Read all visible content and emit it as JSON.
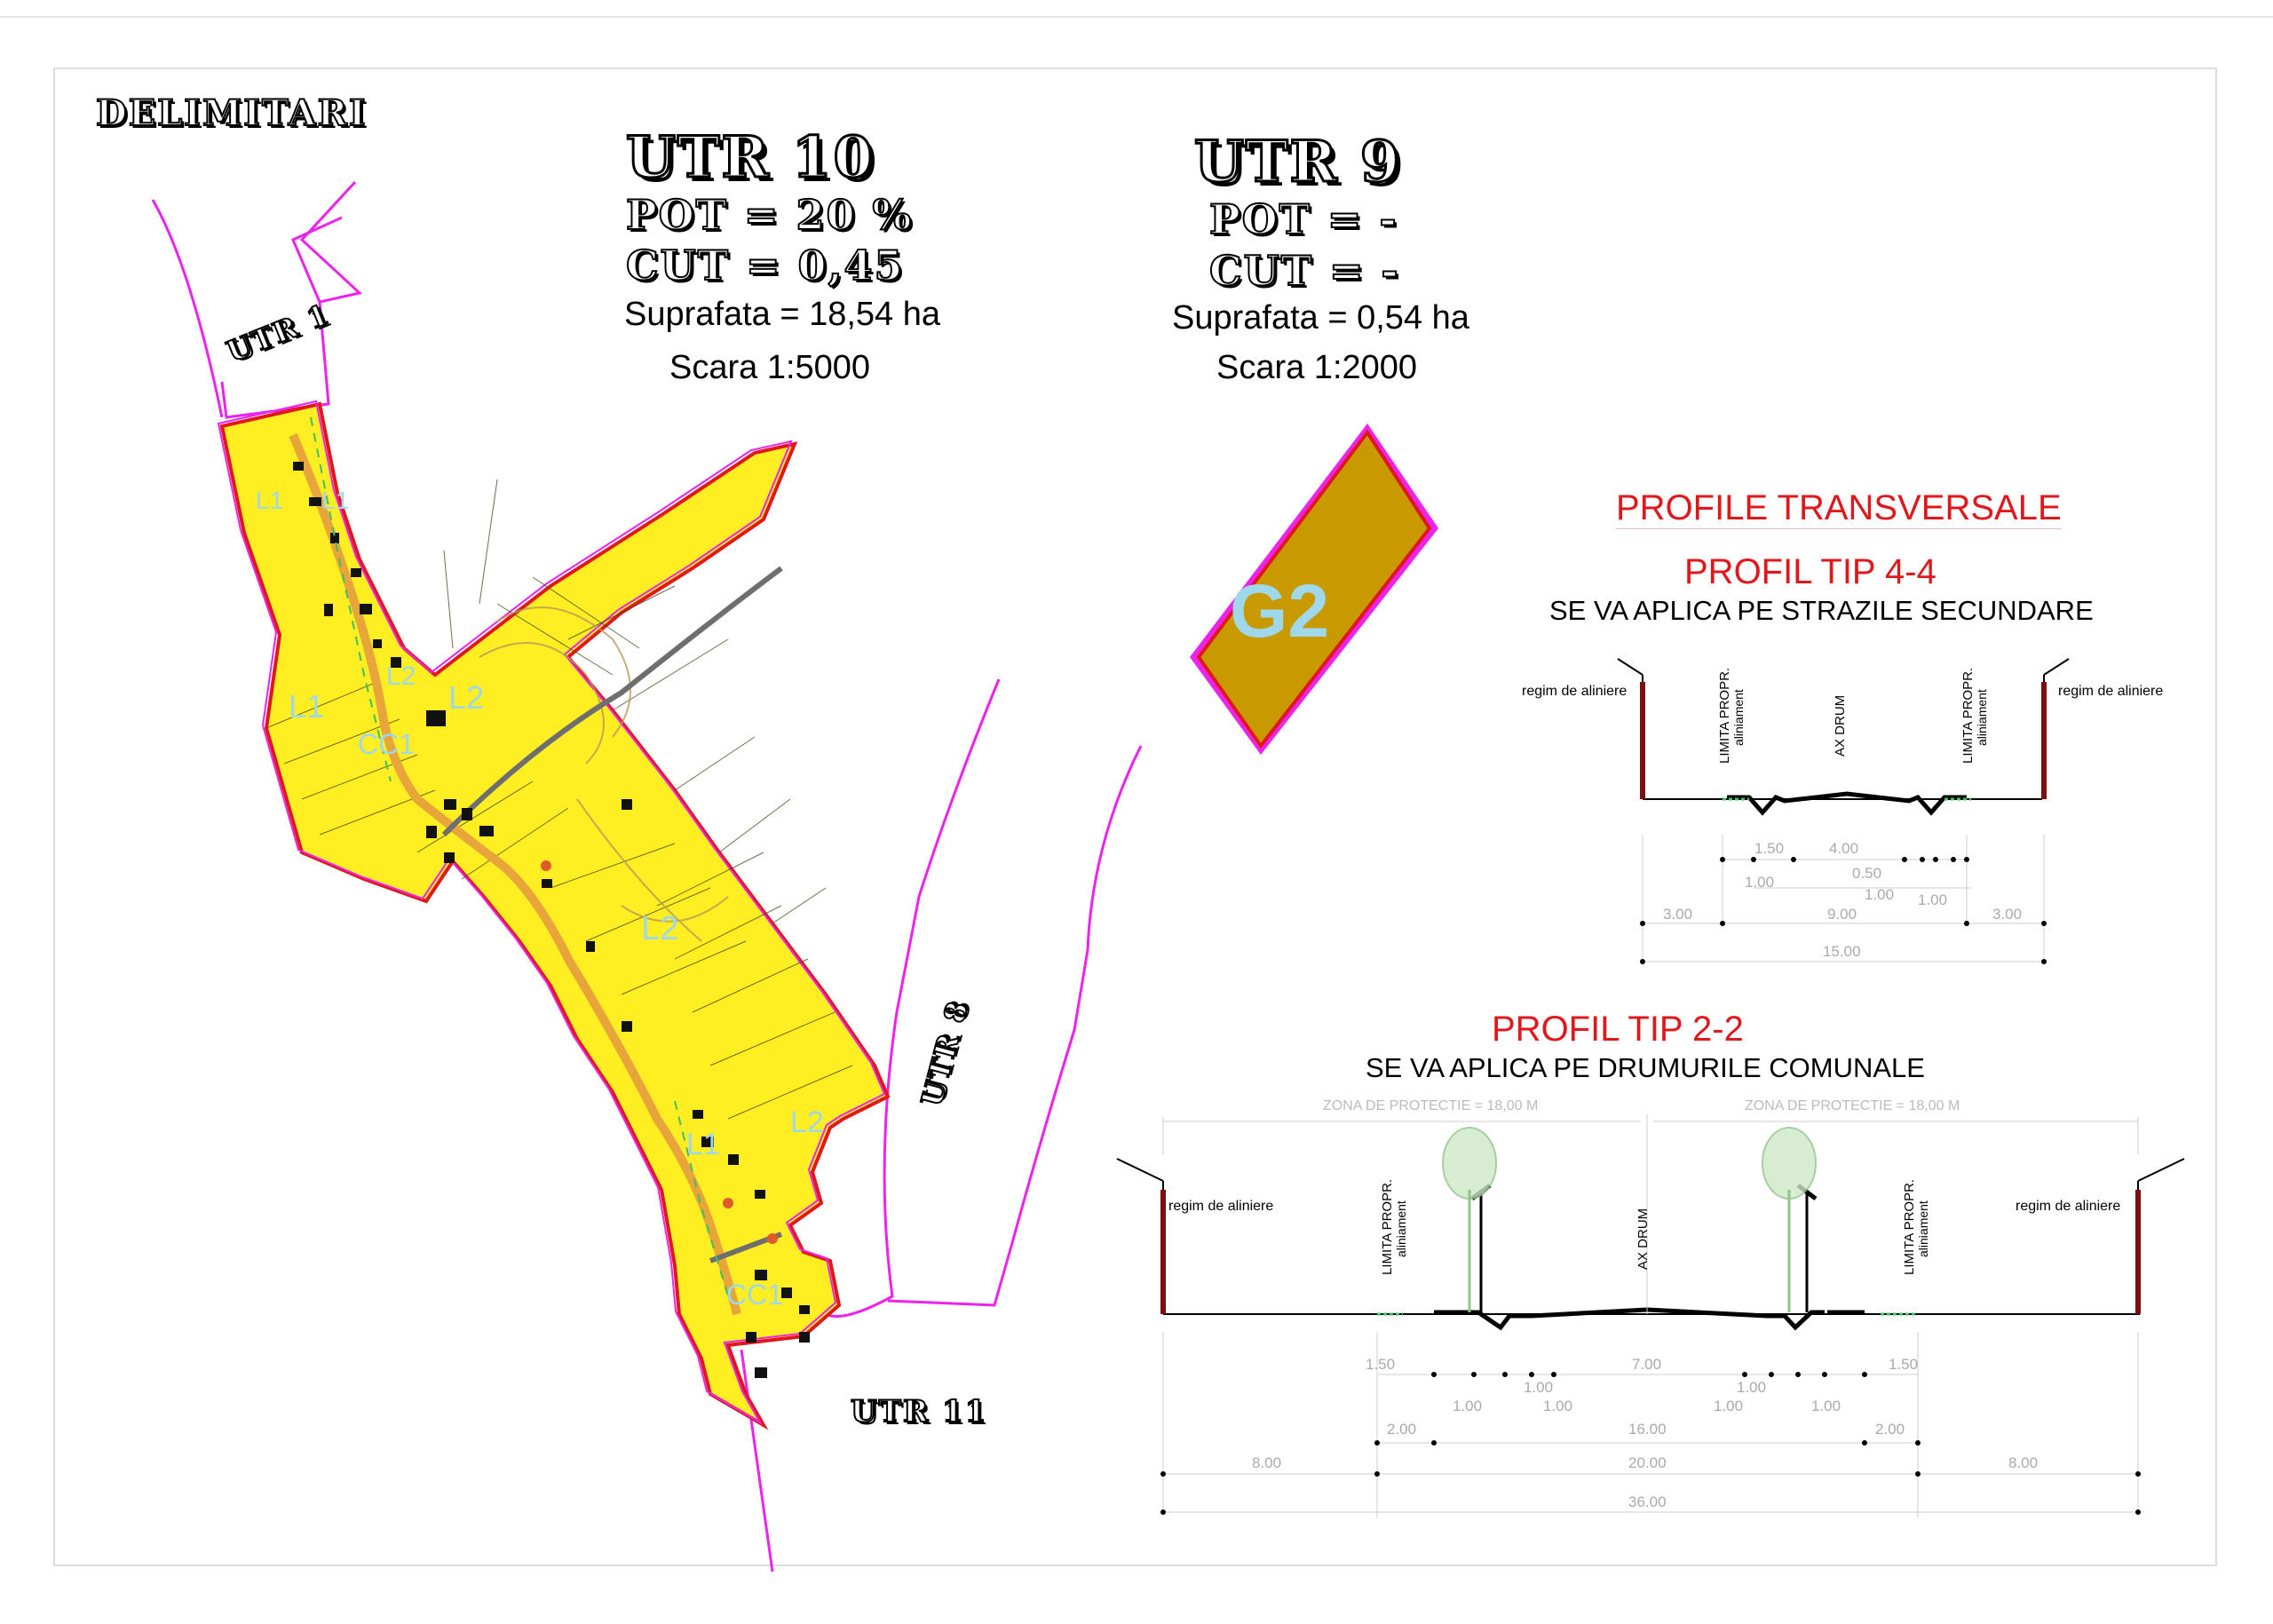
{
  "sheet": {
    "title": "DELIMITARI"
  },
  "utr10": {
    "name": "UTR 10",
    "pot": "POT = 20 %",
    "cut": "CUT = 0,45",
    "area": "Suprafata = 18,54 ha",
    "scale": "Scara 1:5000"
  },
  "utr9": {
    "name": "UTR 9",
    "pot": "POT = -",
    "cut": "CUT = -",
    "area": "Suprafata = 0,54 ha",
    "scale": "Scara 1:2000",
    "zone_code": "G2"
  },
  "map_labels": {
    "utr1": "UTR 1",
    "utr8": "UTR 8",
    "utr11": "UTR 11",
    "zones": [
      "L1",
      "L2",
      "L2",
      "L1",
      "L2",
      "L2",
      "CC1",
      "CC1",
      "L1",
      "L1"
    ]
  },
  "profiles": {
    "heading": "PROFILE TRANSVERSALE",
    "p44": {
      "title": "PROFIL TIP 4-4",
      "subtitle": "SE  VA  APLICA  PE  STRAZILE SECUNDARE",
      "left_label": "regim de aliniere",
      "right_label": "regim de aliniere",
      "limit_left": "LIMITA PROPR.",
      "limit_left_2": "aliniament",
      "axis": "AX DRUM",
      "limit_right": "LIMITA PROPR.",
      "limit_right_2": "aliniament",
      "dims": [
        "1.50",
        "4.00",
        "1.00",
        "0.50",
        "1.00",
        "1.00",
        "3.00",
        "9.00",
        "3.00",
        "15.00"
      ]
    },
    "p22": {
      "title": "PROFIL TIP 2-2",
      "subtitle": "SE  VA  APLICA  PE  DRUMURILE COMUNALE",
      "zone_left": "ZONA DE PROTECTIE = 18,00 M",
      "zone_right": "ZONA DE PROTECTIE = 18,00 M",
      "left_label": "regim de aliniere",
      "right_label": "regim de aliniere",
      "limit_left": "LIMITA PROPR.",
      "limit_left_2": "aliniament",
      "axis": "AX DRUM",
      "limit_right": "LIMITA PROPR.",
      "limit_right_2": "aliniament",
      "dims": [
        "1.50",
        "7.00",
        "1.50",
        "1.00",
        "1.00",
        "1.00",
        "1.00",
        "1.00",
        "1.00",
        "2.00",
        "16.00",
        "2.00",
        "8.00",
        "20.00",
        "8.00",
        "36.00"
      ]
    }
  },
  "colors": {
    "parcel_fill": "#ffee22",
    "boundary": "#ee22ee",
    "parcel_edge": "#e0181b",
    "g2_fill": "#c99a00",
    "zone_text": "#9fd8ea",
    "heading_red": "#e0181b"
  }
}
